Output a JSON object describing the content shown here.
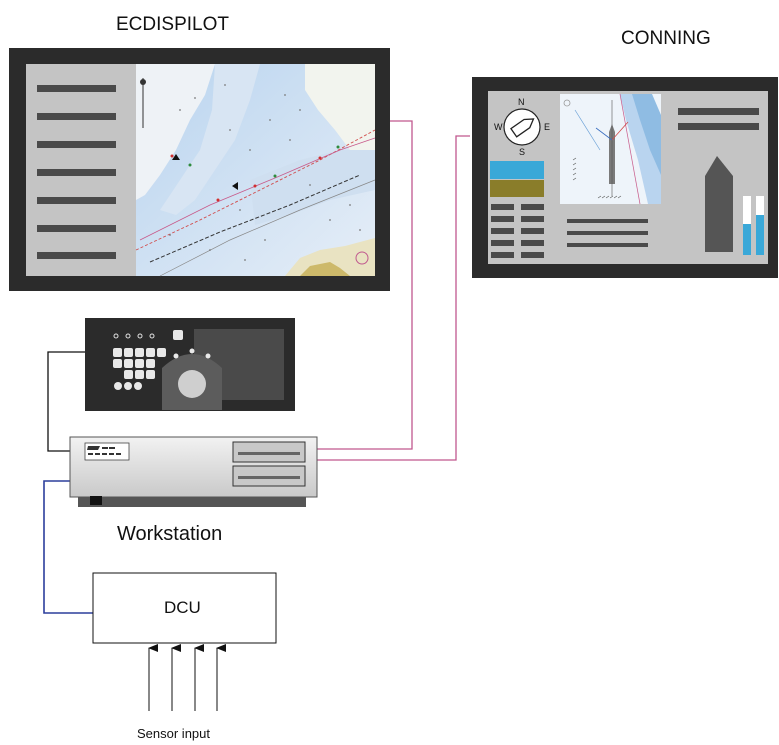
{
  "labels": {
    "ecdis": "ECDISPILOT",
    "conning": "CONNING",
    "workstation": "Workstation",
    "dcu": "DCU",
    "sensor_input": "Sensor input"
  },
  "compass": {
    "north": "N",
    "south": "S",
    "east": "E",
    "west": "W"
  },
  "colors": {
    "monitor_frame": "#2b2b2b",
    "panel_gray": "#c4c4c4",
    "dark_bar": "#4a4a4a",
    "video_link": "#c0588e",
    "sensor_link": "#2c3e9c",
    "control_link": "#111111",
    "indicator_blue": "#3aa8d8",
    "indicator_olive": "#8a7d2a"
  }
}
